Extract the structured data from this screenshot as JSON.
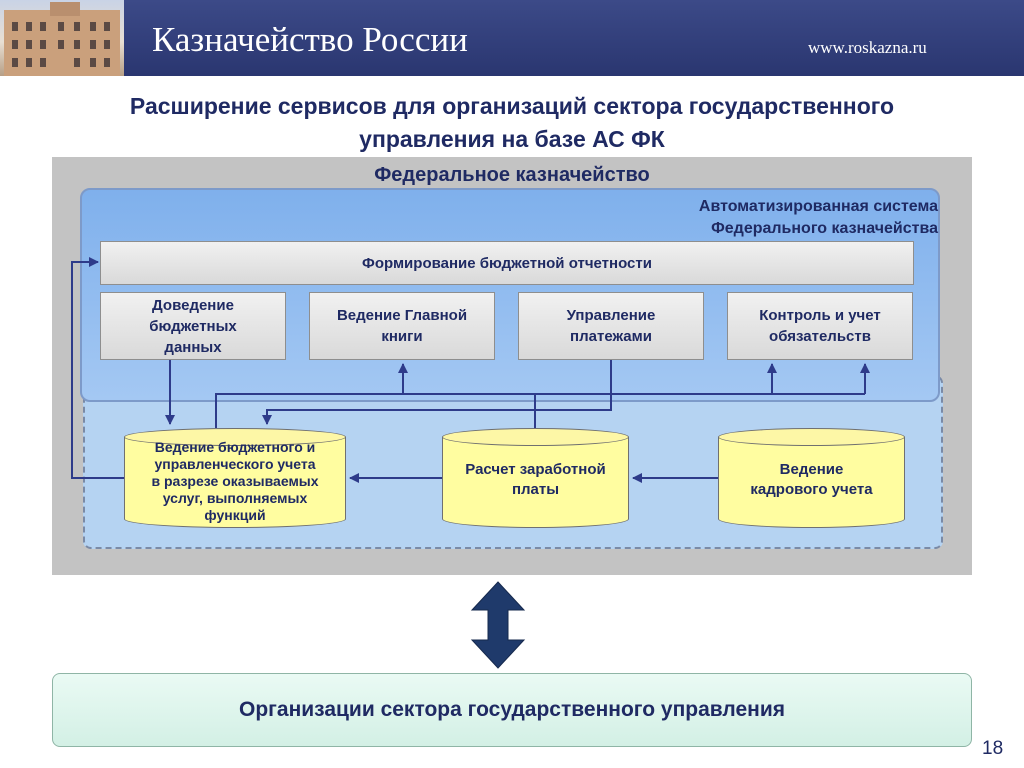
{
  "header": {
    "title": "Казначейство России",
    "url": "www.roskazna.ru"
  },
  "slide": {
    "title_line1": "Расширение сервисов для организаций сектора государственного",
    "title_line2": "управления на базе АС ФК",
    "page_number": "18"
  },
  "diagram": {
    "outer_label": "Федеральное казначейство",
    "system_label_line1": "Автоматизированная система",
    "system_label_line2": "Федерального казначейства",
    "report_box": "Формирование бюджетной отчетности",
    "modules": [
      {
        "line1": "Доведение",
        "line2": "бюджетных",
        "line3": "данных"
      },
      {
        "line1": "Ведение Главной",
        "line2": "книги"
      },
      {
        "line1": "Управление",
        "line2": "платежами"
      },
      {
        "line1": "Контроль и учет",
        "line2": "обязательств"
      }
    ],
    "databases": [
      {
        "lines": [
          "Ведение бюджетного и",
          "управленческого учета",
          "в разрезе оказываемых",
          "услуг, выполняемых",
          "функций"
        ]
      },
      {
        "lines": [
          "Расчет заработной",
          "платы"
        ]
      },
      {
        "lines": [
          "Ведение",
          "кадрового учета"
        ]
      }
    ],
    "bottom_box": "Организации сектора государственного управления"
  },
  "colors": {
    "header_bg": "#2f3c7a",
    "title_text": "#1f2a63",
    "arrow": "#2e3b8a",
    "panel_gray": "#c3c3c3",
    "system_blue": "#8fbcef",
    "database_yellow": "#fffda0",
    "org_box_green": "#dff5ec"
  }
}
